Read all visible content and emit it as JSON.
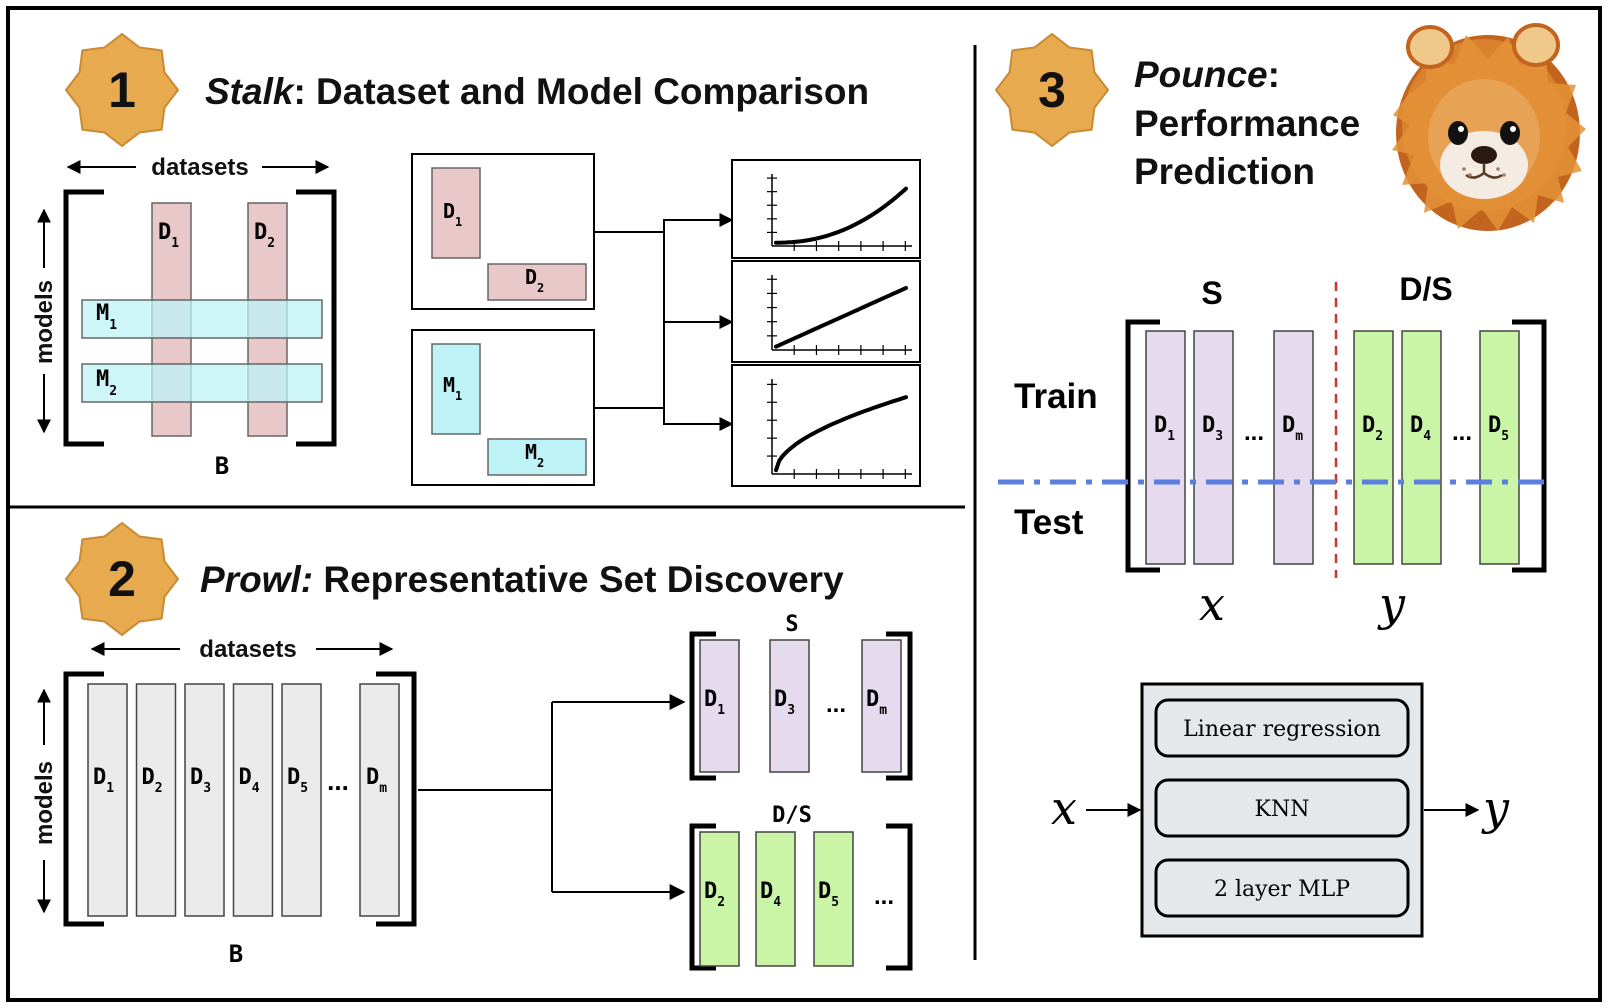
{
  "colors": {
    "badge_fill": "#E8AA4F",
    "badge_stroke": "#C98A32",
    "pink": "#E8C8C9",
    "cyan": "#BDF3F6",
    "gray_col": "#EBEBEB",
    "purple": "#E6DAEE",
    "green": "#CAF5A7",
    "blue_dash": "#5B7FDF",
    "red_dash": "#C0392B",
    "model_box_bg": "#E5E8EA"
  },
  "panel1": {
    "number": "1",
    "title_italic": "Stalk",
    "title_rest": ": Dataset and Model Comparison",
    "datasets_label": "datasets",
    "models_label": "models",
    "matrix_label": "B",
    "col1": {
      "base": "D",
      "sub": "1"
    },
    "col2": {
      "base": "D",
      "sub": "2"
    },
    "row1": {
      "base": "M",
      "sub": "1"
    },
    "row2": {
      "base": "M",
      "sub": "2"
    },
    "box_a1": {
      "base": "D",
      "sub": "1"
    },
    "box_a2": {
      "base": "D",
      "sub": "2"
    },
    "box_b1": {
      "base": "M",
      "sub": "1"
    },
    "box_b2": {
      "base": "M",
      "sub": "2"
    },
    "plot_icons": [
      "convex-curve-plot",
      "linear-plot",
      "concave-curve-plot"
    ]
  },
  "panel2": {
    "number": "2",
    "title_italic": "Prowl:",
    "title_rest": " Representative Set Discovery",
    "datasets_label": "datasets",
    "models_label": "models",
    "matrix_label": "B",
    "columns": [
      {
        "base": "D",
        "sub": "1"
      },
      {
        "base": "D",
        "sub": "2"
      },
      {
        "base": "D",
        "sub": "3"
      },
      {
        "base": "D",
        "sub": "4"
      },
      {
        "base": "D",
        "sub": "5"
      }
    ],
    "last_column": {
      "base": "D",
      "sub": "m"
    },
    "ellipsis": "...",
    "s_label": "S",
    "s_columns": [
      {
        "base": "D",
        "sub": "1"
      },
      {
        "base": "D",
        "sub": "3"
      }
    ],
    "s_last": {
      "base": "D",
      "sub": "m"
    },
    "ds_label": "D/S",
    "ds_columns": [
      {
        "base": "D",
        "sub": "2"
      },
      {
        "base": "D",
        "sub": "4"
      },
      {
        "base": "D",
        "sub": "5"
      }
    ]
  },
  "panel3": {
    "number": "3",
    "title_italic": "Pounce",
    "title_rest": ":",
    "title_line2": "Performance",
    "title_line3": "Prediction",
    "s_label": "S",
    "ds_label": "D/S",
    "train_label": "Train",
    "test_label": "Test",
    "x_label": "x",
    "y_label": "y",
    "s_columns": [
      {
        "base": "D",
        "sub": "1"
      },
      {
        "base": "D",
        "sub": "3"
      }
    ],
    "s_last": {
      "base": "D",
      "sub": "m"
    },
    "ds_columns": [
      {
        "base": "D",
        "sub": "2"
      },
      {
        "base": "D",
        "sub": "4"
      }
    ],
    "ds_last": {
      "base": "D",
      "sub": "5"
    },
    "ellipsis": "...",
    "models": [
      "Linear regression",
      "KNN",
      "2 layer MLP"
    ],
    "mascot_icon": "lion-face-icon"
  }
}
